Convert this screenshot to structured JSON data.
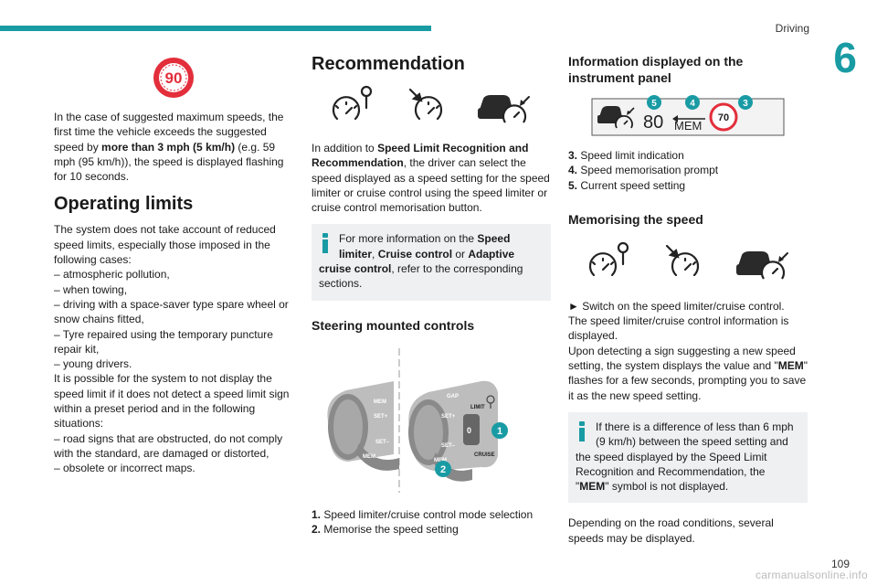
{
  "header": {
    "chapter_label": "Driving",
    "chapter_number": "6"
  },
  "footer": {
    "page_number": "109",
    "watermark": "carmanualsonline.info"
  },
  "col1": {
    "sign_value": "90",
    "para1": {
      "before": "In the case of suggested maximum speeds, the first time the vehicle exceeds the suggested speed by ",
      "bold": "more than 3 mph (5 km/h)",
      "after": " (e.g. 59 mph (95 km/h)), the speed is displayed flashing for 10 seconds."
    },
    "heading": "Operating limits",
    "para2": "The system does not take account of reduced speed limits, especially those imposed in the following cases:\n– atmospheric pollution,\n– when towing,\n– driving with a space-saver type spare wheel or snow chains fitted,\n– Tyre repaired using the temporary puncture repair kit,\n– young drivers.\nIt is possible for the system to not display the speed limit if it does not detect a speed limit sign within a preset period and in the following situations:\n– road signs that are obstructed, do not comply with the standard, are damaged or distorted,\n– obsolete or incorrect maps."
  },
  "col2": {
    "heading": "Recommendation",
    "para1": {
      "t1": "In addition to ",
      "b1": "Speed Limit Recognition and Recommendation",
      "t2": ", the driver can select the speed displayed as a speed setting for the speed limiter or cruise control using the speed limiter or cruise control memorisation button."
    },
    "info": {
      "t1": "For more information on the ",
      "b1": "Speed limiter",
      "t2": ", ",
      "b2": "Cruise control",
      "t3": " or ",
      "b3": "Adaptive cruise control",
      "t4": ", refer to the corresponding sections."
    },
    "subheading": "Steering mounted controls",
    "stalk_labels": {
      "mem": "MEM",
      "set_plus": "SET+",
      "set_minus": "SET–",
      "gap": "GAP",
      "limit": "LIMIT",
      "cruise": "CRUISE",
      "zero": "0",
      "callout1": "1",
      "callout2": "2"
    },
    "list": [
      {
        "num": "1.",
        "text": "Speed limiter/cruise control mode selection"
      },
      {
        "num": "2.",
        "text": "Memorise the speed setting"
      }
    ]
  },
  "col3": {
    "heading": "Information displayed on the instrument panel",
    "panel": {
      "speed": "80",
      "mem": "MEM",
      "limit": "70",
      "callout3": "3",
      "callout4": "4",
      "callout5": "5"
    },
    "list": [
      {
        "num": "3.",
        "text": "Speed limit indication"
      },
      {
        "num": "4.",
        "text": "Speed memorisation prompt"
      },
      {
        "num": "5.",
        "text": "Current speed setting"
      }
    ],
    "subheading": "Memorising the speed",
    "para1": {
      "t1": "► Switch on the speed limiter/cruise control.\nThe speed limiter/cruise control information is displayed.\nUpon detecting a sign suggesting a new speed setting, the system displays the value and \"",
      "b1": "MEM",
      "t2": "\" flashes for a few seconds, prompting you to save it as the new speed setting."
    },
    "info": {
      "t1": "If there is a difference of less than 6 mph (9 km/h) between the speed setting and the speed displayed by the Speed Limit Recognition and Recommendation, the \"",
      "b1": "MEM",
      "t2": "\" symbol is not displayed."
    },
    "para2": "Depending on the road conditions, several speeds may be displayed."
  },
  "colors": {
    "accent": "#199ba4",
    "sign_red": "#e32e3b",
    "callout": "#199ba4"
  }
}
